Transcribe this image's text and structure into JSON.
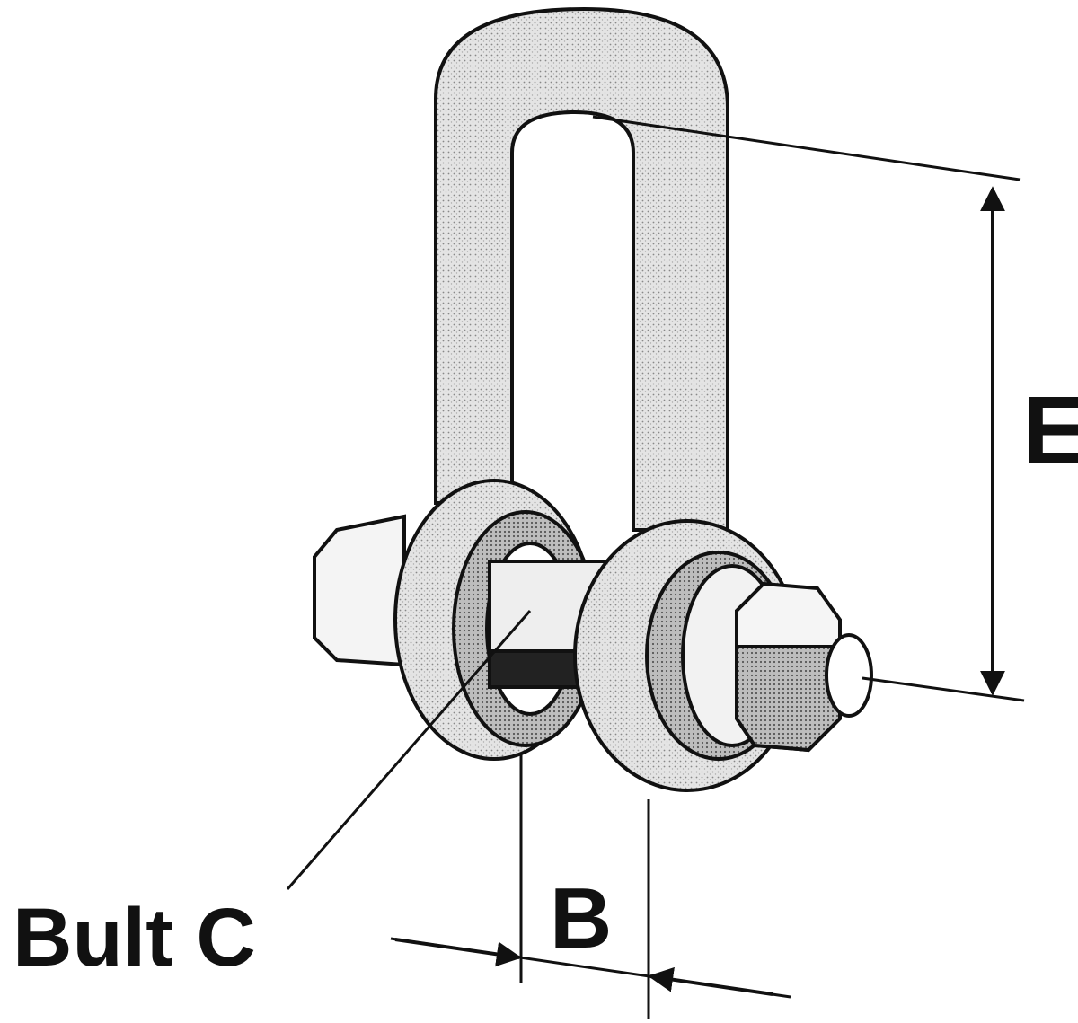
{
  "diagram": {
    "labels": {
      "dimension_e": "E",
      "dimension_b": "B",
      "bolt": "Bult C"
    },
    "colors": {
      "ink": "#111111",
      "body_fill": "#d9d9d9",
      "shade": "#9a9a9a"
    }
  }
}
